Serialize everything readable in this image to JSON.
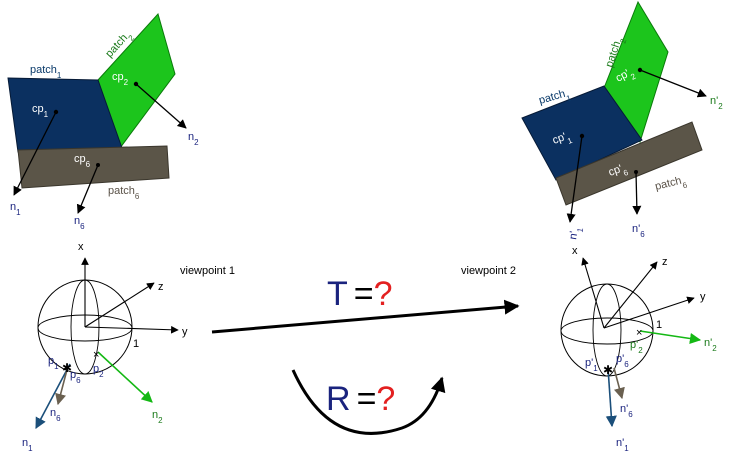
{
  "colors": {
    "navy": "#0b3060",
    "green": "#1cc51c",
    "gray": "#5b5548",
    "black": "#000000",
    "darkblue": "#0a3a6a",
    "red": "#e32020",
    "navyText": "#1a237e",
    "greenText": "#1a7a1a",
    "normalBlue": "#1b4f7a",
    "normalGreen": "#14b814",
    "normalGray": "#6a6050"
  },
  "left_patches": {
    "patch1": {
      "name": "patch",
      "sub": "1"
    },
    "patch2": {
      "name": "patch",
      "sub": "2"
    },
    "patch6": {
      "name": "patch",
      "sub": "6"
    },
    "cp1": {
      "name": "cp",
      "sub": "1"
    },
    "cp2": {
      "name": "cp",
      "sub": "2"
    },
    "cp6": {
      "name": "cp",
      "sub": "6"
    },
    "n1": {
      "name": "n",
      "sub": "1"
    },
    "n2": {
      "name": "n",
      "sub": "2"
    },
    "n6": {
      "name": "n",
      "sub": "6"
    }
  },
  "right_patches": {
    "patch1": {
      "name": "patch",
      "sub": "1"
    },
    "patch2": {
      "name": "patch",
      "sub": "2"
    },
    "patch6": {
      "name": "patch",
      "sub": "6"
    },
    "cp1": {
      "name": "cp'",
      "sub": "1"
    },
    "cp2": {
      "name": "cp'",
      "sub": "2"
    },
    "cp6": {
      "name": "cp'",
      "sub": "6"
    },
    "n1": {
      "name": "n'",
      "sub": "1"
    },
    "n2": {
      "name": "n'",
      "sub": "2"
    },
    "n6": {
      "name": "n'",
      "sub": "6"
    }
  },
  "left_sphere": {
    "title": "viewpoint 1",
    "axis_x": "x",
    "axis_y": "y",
    "axis_z": "z",
    "unit": "1",
    "p1": {
      "name": "p",
      "sub": "1"
    },
    "p2": {
      "name": "p",
      "sub": "2"
    },
    "p6": {
      "name": "p",
      "sub": "6"
    },
    "n1": {
      "name": "n",
      "sub": "1"
    },
    "n2": {
      "name": "n",
      "sub": "2"
    },
    "n6": {
      "name": "n",
      "sub": "6"
    }
  },
  "right_sphere": {
    "title": "viewpoint 2",
    "axis_x": "x",
    "axis_y": "y",
    "axis_z": "z",
    "unit": "1",
    "p1": {
      "name": "p'",
      "sub": "1"
    },
    "p2": {
      "name": "p'",
      "sub": "2"
    },
    "p6": {
      "name": "p'",
      "sub": "6"
    },
    "n1": {
      "name": "n'",
      "sub": "1"
    },
    "n2": {
      "name": "n'",
      "sub": "2"
    },
    "n6": {
      "name": "n'",
      "sub": "6"
    }
  },
  "transform": {
    "T": "T",
    "R": "R",
    "equals": "=",
    "question": "?"
  }
}
